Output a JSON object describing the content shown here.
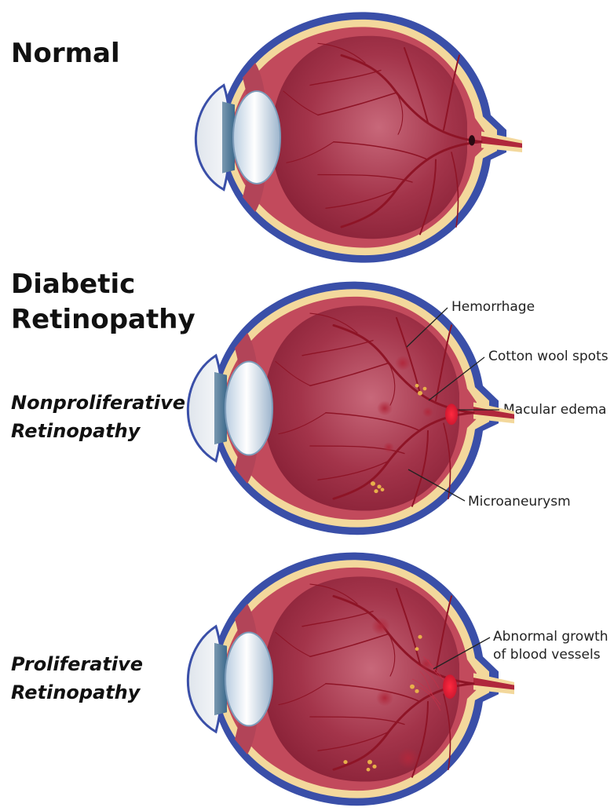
{
  "headings": {
    "normal": "Normal",
    "diabetic_line1": "Diabetic",
    "diabetic_line2": "Retinopathy",
    "nonproliferative_line1": "Nonproliferative",
    "nonproliferative_line2": "Retinopathy",
    "proliferative_line1": "Proliferative",
    "proliferative_line2": "Retinopathy"
  },
  "callouts": {
    "hemorrhage": "Hemorrhage",
    "cotton_wool": "Cotton wool spots",
    "macular_edema": "Macular edema",
    "microaneurysm": "Microaneurysm",
    "abnormal_line1": "Abnormal growth",
    "abnormal_line2": "of blood vessels"
  },
  "colors": {
    "sclera_outer": "#3a4fa8",
    "choroid_band": "#f3d89c",
    "retina_interior": "#a3344a",
    "vessel": "#8e1426",
    "hemorrhage_spot": "#b0283c",
    "cotton_wool": "#e8b04a",
    "macular_edema": "#e0203a",
    "lens": "#dfeaf6",
    "cornea": "#eef1f5"
  }
}
